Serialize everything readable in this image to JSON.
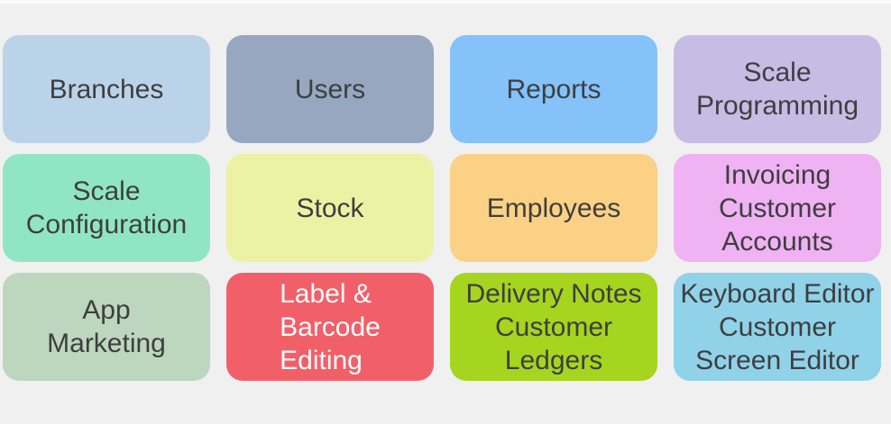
{
  "page": {
    "background": "#f0f0f1",
    "top_strip_color": "#fbfbfb",
    "default_text_color": "#3e3e40"
  },
  "tiles": [
    {
      "id": "branches",
      "label": "Branches",
      "lines": [
        "Branches"
      ],
      "color": "#bad3e8",
      "text_color": "#3e3e40"
    },
    {
      "id": "users",
      "label": "Users",
      "lines": [
        "Users"
      ],
      "color": "#97a7c0",
      "text_color": "#3e3e40"
    },
    {
      "id": "reports",
      "label": "Reports",
      "lines": [
        "Reports"
      ],
      "color": "#85c2fa",
      "text_color": "#3e3e40"
    },
    {
      "id": "scale-programming",
      "label": "Scale Programming",
      "lines": [
        "Scale",
        "Programming"
      ],
      "color": "#c6bce4",
      "text_color": "#3e3e40"
    },
    {
      "id": "scale-configuration",
      "label": "Scale Configuration",
      "lines": [
        "Scale",
        "Configuration"
      ],
      "color": "#90e6c4",
      "text_color": "#3e3e40"
    },
    {
      "id": "stock",
      "label": "Stock",
      "lines": [
        "Stock"
      ],
      "color": "#edf1a4",
      "text_color": "#3e3e40"
    },
    {
      "id": "employees",
      "label": "Employees",
      "lines": [
        "Employees"
      ],
      "color": "#fbd185",
      "text_color": "#3e3e40"
    },
    {
      "id": "invoicing-customer-accounts",
      "label": "Invoicing Customer Accounts",
      "lines": [
        "Invoicing",
        "Customer",
        "Accounts"
      ],
      "color": "#efb2f2",
      "text_color": "#3e3e40"
    },
    {
      "id": "app-marketing",
      "label": "App Marketing",
      "lines": [
        "App",
        "Marketing"
      ],
      "color": "#bcd7bd",
      "text_color": "#3e3e40"
    },
    {
      "id": "label-barcode-editing",
      "label": "Label & Barcode Editing",
      "lines": [
        "Label &",
        "Barcode",
        "Editing"
      ],
      "color": "#f16068",
      "text_color": "#fdfdfd"
    },
    {
      "id": "delivery-notes-customer-ledgers",
      "label": "Delivery Notes Customer Ledgers",
      "lines": [
        "Delivery Notes",
        "Customer",
        "Ledgers"
      ],
      "color": "#a5d51e",
      "text_color": "#3e3e40"
    },
    {
      "id": "keyboard-editor-customer-screen-editor",
      "label": "Keyboard Editor Customer Screen Editor",
      "lines": [
        "Keyboard Editor",
        "Customer",
        "Screen Editor"
      ],
      "color": "#90d2e8",
      "text_color": "#3e3e40"
    }
  ]
}
